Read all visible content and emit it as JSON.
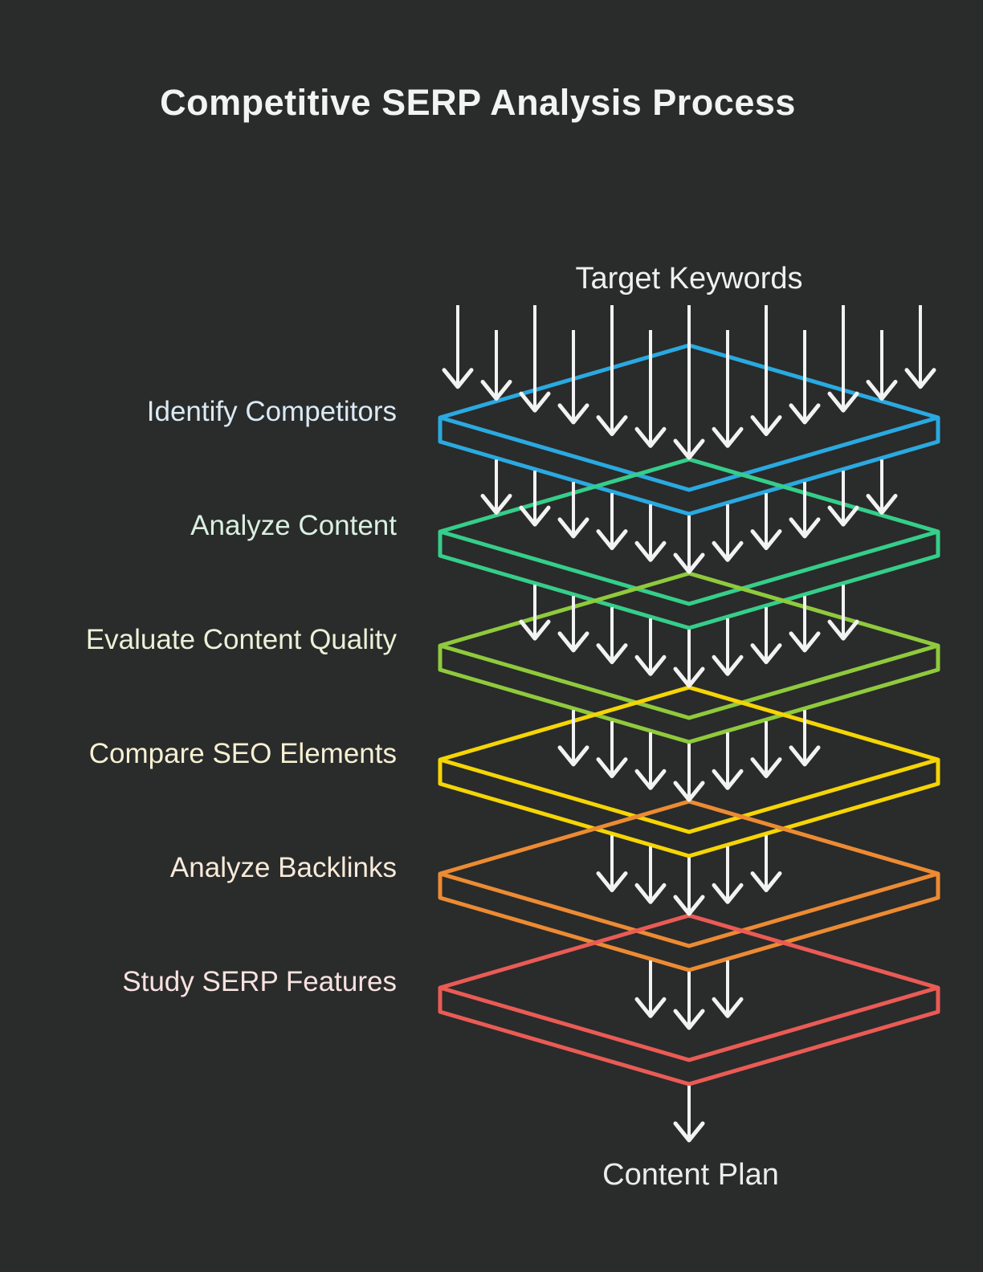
{
  "title": "Competitive SERP Analysis Process",
  "diagram": {
    "input_label": "Target Keywords",
    "output_label": "Content Plan",
    "background_color": "#2a2b2b",
    "title_color": "#f3f3f3",
    "arrow_color": "#f2f2f2",
    "layers": [
      {
        "label": "Identify Competitors",
        "color": "#2aa9e0",
        "label_color": "#daeaf5"
      },
      {
        "label": "Analyze Content",
        "color": "#35ce8a",
        "label_color": "#d9f0e2"
      },
      {
        "label": "Evaluate Content Quality",
        "color": "#8fca3c",
        "label_color": "#e9f2d7"
      },
      {
        "label": "Compare SEO Elements",
        "color": "#f5d505",
        "label_color": "#f6f1d3"
      },
      {
        "label": "Analyze Backlinks",
        "color": "#ec8b33",
        "label_color": "#f8ead9"
      },
      {
        "label": "Study SERP Features",
        "color": "#ea5b55",
        "label_color": "#f8e2e0"
      }
    ],
    "arrows_per_gap": [
      13,
      11,
      9,
      7,
      5,
      3
    ],
    "final_arrow_count": 1
  }
}
